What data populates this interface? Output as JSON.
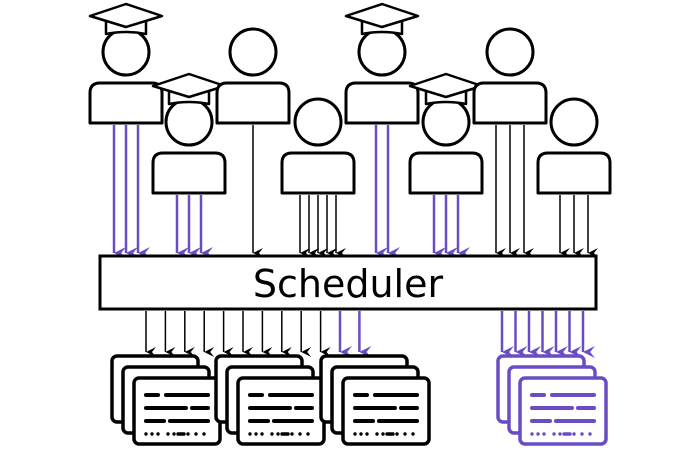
{
  "scheduler": {
    "label": "Scheduler"
  },
  "colors": {
    "accent": "#6a4cc4",
    "ink": "#000000",
    "paper": "#ffffff"
  },
  "icons": {
    "person": "person-icon",
    "graduate": "graduation-cap-icon",
    "job_stack": "document-stack-icon",
    "arrow": "arrow-down-icon"
  },
  "users": [
    {
      "row": "back",
      "cap": true,
      "role": "student",
      "arrows_in": 3
    },
    {
      "row": "front",
      "cap": true,
      "role": "student",
      "arrows_in": 3
    },
    {
      "row": "back",
      "cap": false,
      "role": "standard",
      "arrows_in": 1
    },
    {
      "row": "front",
      "cap": false,
      "role": "standard",
      "arrows_in": 5
    },
    {
      "row": "back",
      "cap": true,
      "role": "student",
      "arrows_in": 2
    },
    {
      "row": "front",
      "cap": true,
      "role": "student",
      "arrows_in": 3
    },
    {
      "row": "back",
      "cap": false,
      "role": "standard",
      "arrows_in": 3
    },
    {
      "row": "front",
      "cap": false,
      "role": "standard",
      "arrows_in": 3
    }
  ],
  "output_groups": [
    {
      "role": "standard",
      "stacks": 3,
      "arrows_out": 12
    },
    {
      "role": "student",
      "stacks": 1,
      "arrows_out": 7
    }
  ]
}
